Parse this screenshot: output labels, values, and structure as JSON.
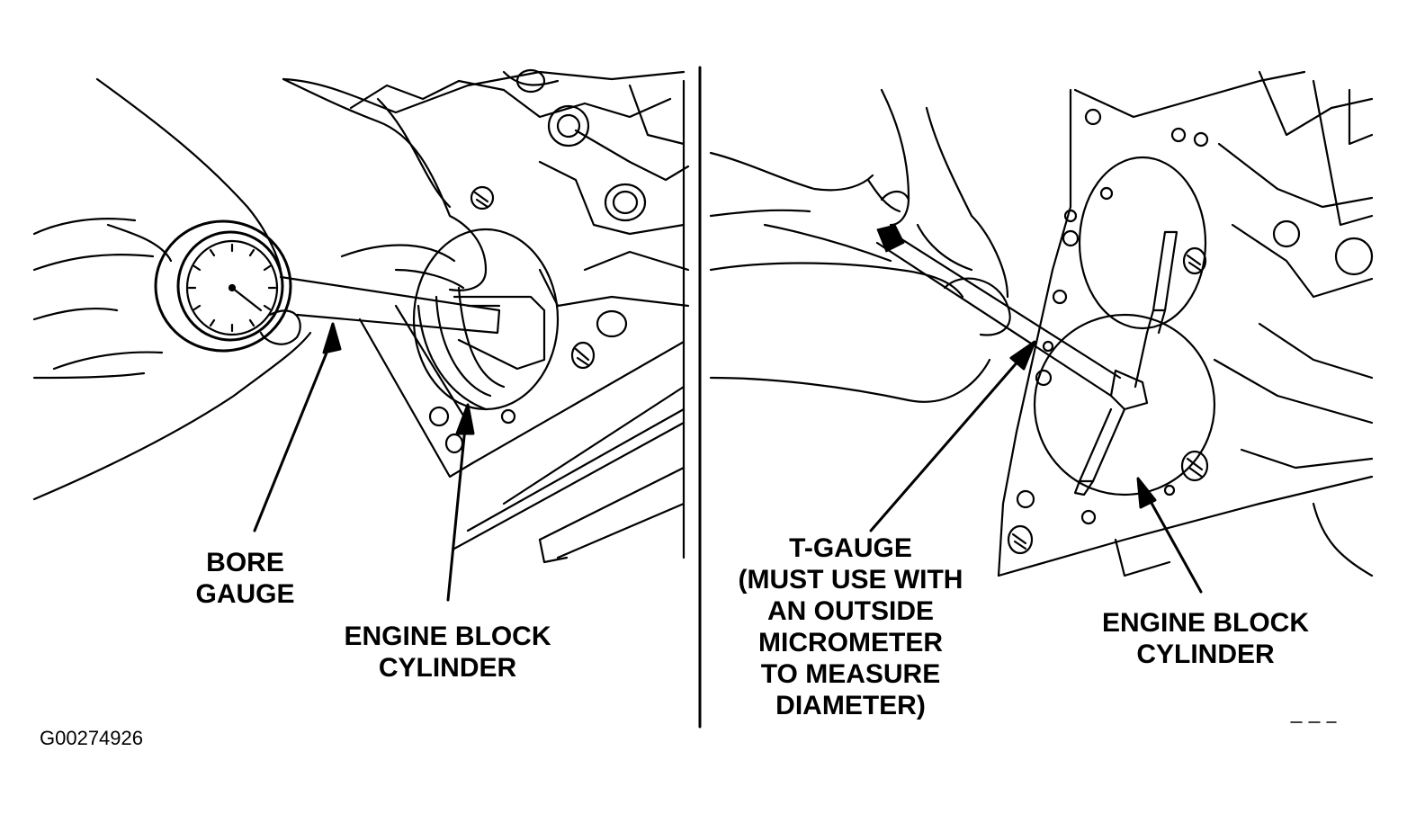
{
  "figure": {
    "code": "G00274926",
    "left_panel": {
      "tool_label": [
        "BORE",
        "GAUGE"
      ],
      "target_label": [
        "ENGINE BLOCK",
        "CYLINDER"
      ]
    },
    "right_panel": {
      "tool_label": [
        "T-GAUGE",
        "(MUST USE WITH",
        "AN OUTSIDE",
        "MICROMETER",
        "TO MEASURE",
        "DIAMETER)"
      ],
      "target_label": [
        "ENGINE BLOCK",
        "CYLINDER"
      ]
    }
  }
}
